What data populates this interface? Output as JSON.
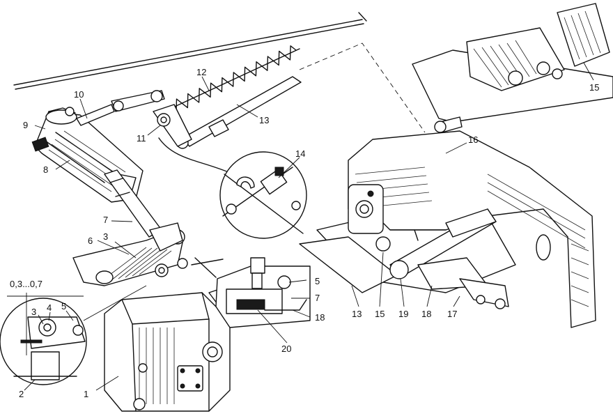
{
  "callouts": [
    {
      "id": "c1",
      "text": "1"
    },
    {
      "id": "c2",
      "text": "2"
    },
    {
      "id": "c3a",
      "text": "3"
    },
    {
      "id": "c3b",
      "text": "3"
    },
    {
      "id": "c4",
      "text": "4"
    },
    {
      "id": "c5a",
      "text": "5"
    },
    {
      "id": "c5b",
      "text": "5"
    },
    {
      "id": "c6",
      "text": "6"
    },
    {
      "id": "c7a",
      "text": "7"
    },
    {
      "id": "c7b",
      "text": "7"
    },
    {
      "id": "c8",
      "text": "8"
    },
    {
      "id": "c9",
      "text": "9"
    },
    {
      "id": "c10",
      "text": "10"
    },
    {
      "id": "c11",
      "text": "11"
    },
    {
      "id": "c12",
      "text": "12"
    },
    {
      "id": "c13a",
      "text": "13"
    },
    {
      "id": "c13b",
      "text": "13"
    },
    {
      "id": "c14",
      "text": "14"
    },
    {
      "id": "c15a",
      "text": "15"
    },
    {
      "id": "c15b",
      "text": "15"
    },
    {
      "id": "c16",
      "text": "16"
    },
    {
      "id": "c17",
      "text": "17"
    },
    {
      "id": "c18a",
      "text": "18"
    },
    {
      "id": "c18b",
      "text": "18"
    },
    {
      "id": "c19",
      "text": "19"
    },
    {
      "id": "c20",
      "text": "20"
    }
  ],
  "clearance_label": "0,3...0,7",
  "colors": {
    "ink": "#111111",
    "paper": "#ffffff"
  }
}
